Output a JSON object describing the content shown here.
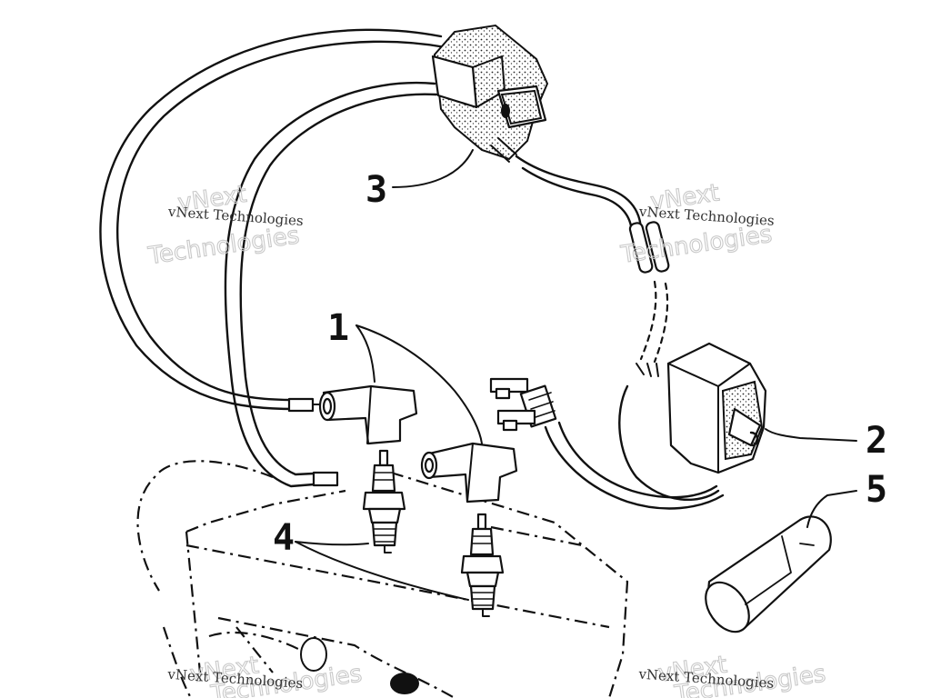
{
  "callouts": [
    {
      "id": "1",
      "label": "1"
    },
    {
      "id": "2",
      "label": "2"
    },
    {
      "id": "3",
      "label": "3"
    },
    {
      "id": "4",
      "label": "4"
    },
    {
      "id": "5",
      "label": "5"
    }
  ],
  "watermark": {
    "line_small": "vNext Technologies",
    "line_big_1": "vNext",
    "line_big_2": "Technologies"
  }
}
